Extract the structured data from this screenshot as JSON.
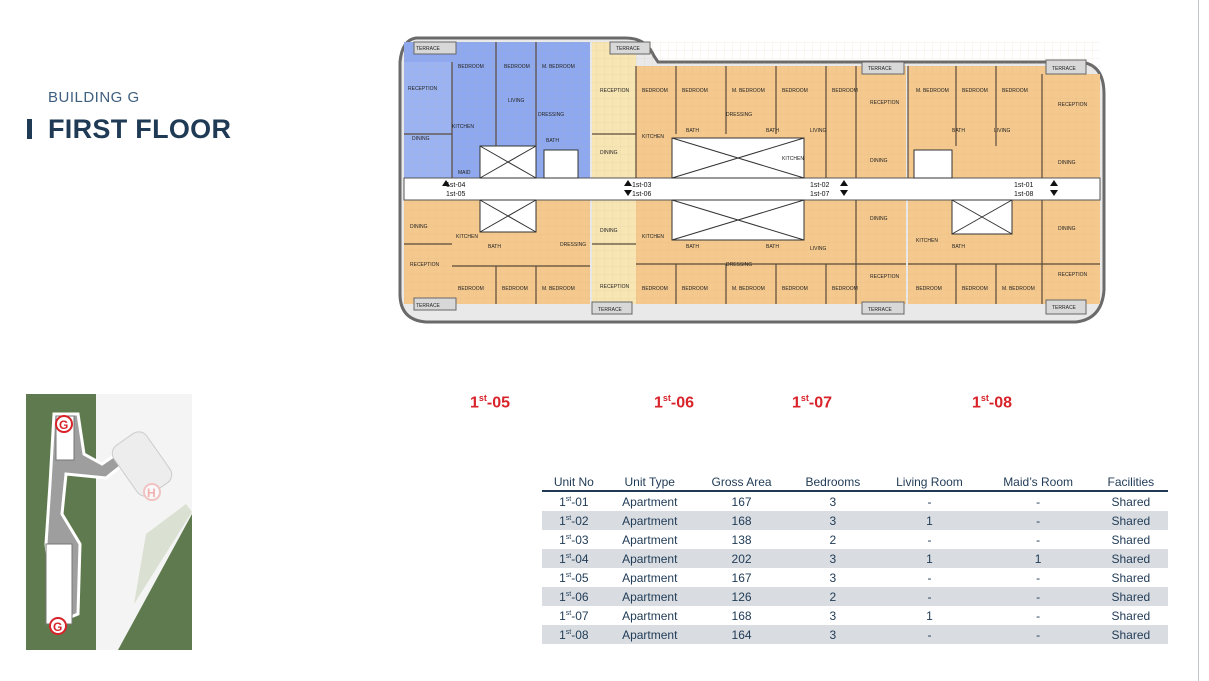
{
  "header": {
    "subtitle": "BUILDING G",
    "title": "FIRST FLOOR"
  },
  "plan": {
    "unit_colors": {
      "maid_unit": "#8ea9f0",
      "apartment": "#f5c98e",
      "core": "#f7e6b4",
      "corridor": "#ffffff"
    },
    "markers": [
      {
        "top": "1st-04",
        "bottom": "1st-05"
      },
      {
        "top": "1st-03",
        "bottom": "1st-06"
      },
      {
        "top": "1st-02",
        "bottom": "1st-07"
      },
      {
        "top": "1st-01",
        "bottom": "1st-08"
      }
    ],
    "room_labels": [
      "TERRACE",
      "BEDROOM",
      "M. BEDROOM",
      "RECEPTION",
      "LIVING",
      "KITCHEN",
      "BATH",
      "DRESSING",
      "DINING",
      "MAID"
    ]
  },
  "site": {
    "building_labels": [
      "G",
      "H",
      "G"
    ]
  },
  "unit_callouts": [
    {
      "prefix": "1",
      "sup": "st",
      "suffix": "-05"
    },
    {
      "prefix": "1",
      "sup": "st",
      "suffix": "-06"
    },
    {
      "prefix": "1",
      "sup": "st",
      "suffix": "-07"
    },
    {
      "prefix": "1",
      "sup": "st",
      "suffix": "-08"
    }
  ],
  "table": {
    "headers": [
      "Unit No",
      "Unit Type",
      "Gross Area",
      "Bedrooms",
      "Living Room",
      "Maid’s Room",
      "Facilities"
    ],
    "rows": [
      {
        "unit_prefix": "1",
        "unit_sup": "st",
        "unit_suffix": "-01",
        "type": "Apartment",
        "area": "167",
        "bedrooms": "3",
        "living": "-",
        "maid": "-",
        "facilities": "Shared"
      },
      {
        "unit_prefix": "1",
        "unit_sup": "st",
        "unit_suffix": "-02",
        "type": "Apartment",
        "area": "168",
        "bedrooms": "3",
        "living": "1",
        "maid": "-",
        "facilities": "Shared"
      },
      {
        "unit_prefix": "1",
        "unit_sup": "st",
        "unit_suffix": "-03",
        "type": "Apartment",
        "area": "138",
        "bedrooms": "2",
        "living": "-",
        "maid": "-",
        "facilities": "Shared"
      },
      {
        "unit_prefix": "1",
        "unit_sup": "st",
        "unit_suffix": "-04",
        "type": "Apartment",
        "area": "202",
        "bedrooms": "3",
        "living": "1",
        "maid": "1",
        "facilities": "Shared"
      },
      {
        "unit_prefix": "1",
        "unit_sup": "st",
        "unit_suffix": "-05",
        "type": "Apartment",
        "area": "167",
        "bedrooms": "3",
        "living": "-",
        "maid": "-",
        "facilities": "Shared"
      },
      {
        "unit_prefix": "1",
        "unit_sup": "st",
        "unit_suffix": "-06",
        "type": "Apartment",
        "area": "126",
        "bedrooms": "2",
        "living": "-",
        "maid": "-",
        "facilities": "Shared"
      },
      {
        "unit_prefix": "1",
        "unit_sup": "st",
        "unit_suffix": "-07",
        "type": "Apartment",
        "area": "168",
        "bedrooms": "3",
        "living": "1",
        "maid": "-",
        "facilities": "Shared"
      },
      {
        "unit_prefix": "1",
        "unit_sup": "st",
        "unit_suffix": "-08",
        "type": "Apartment",
        "area": "164",
        "bedrooms": "3",
        "living": "-",
        "maid": "-",
        "facilities": "Shared"
      }
    ]
  }
}
